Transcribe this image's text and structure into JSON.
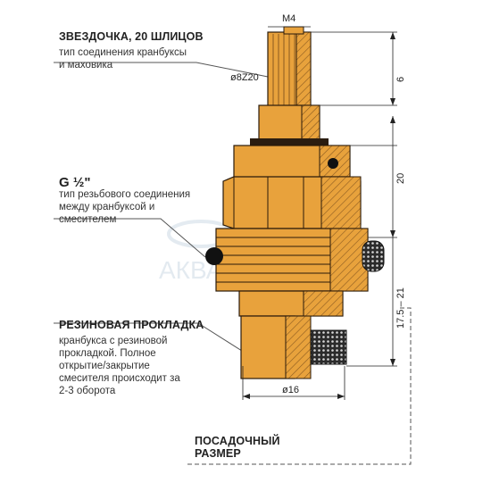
{
  "callouts": {
    "spline": {
      "title": "ЗВЕЗДОЧКА, 20 ШЛИЦОВ",
      "desc": [
        "тип соединения кранбуксы",
        "и маховика"
      ]
    },
    "thread": {
      "title": "G ½\"",
      "desc": [
        "тип резьбового соединения",
        "между кранбуксой и",
        "смесителем"
      ]
    },
    "gasket": {
      "title": "РЕЗИНОВАЯ ПРОКЛАДКА",
      "desc": [
        "кранбукса с резиновой",
        "прокладкой. Полное",
        "открытие/закрытие",
        "смесителя происходит за",
        "2-3 оборота"
      ]
    },
    "seat": {
      "title": [
        "ПОСАДОЧНЫЙ",
        "РАЗМЕР"
      ]
    }
  },
  "dimensions": {
    "top_thread": "M4",
    "spline_diam": "ø8Z20",
    "len_top": "6",
    "len_mid": "20",
    "len_bottom": "17.5 – 21",
    "base_diam": "ø16"
  },
  "watermark": "АКВАЛИНИЯ",
  "colors": {
    "brass": "#E8A23C",
    "brass_dark": "#C9822A",
    "outline": "#2a1a0a",
    "hatch": "#8a5a20",
    "leader": "#555555"
  }
}
